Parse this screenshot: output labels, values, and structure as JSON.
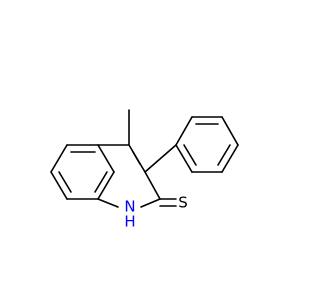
{
  "molecule": {
    "atoms": {
      "nitrogen": {
        "symbol": "N",
        "color": "#0000ff"
      },
      "hydrogen": {
        "symbol": "H",
        "color": "#0000ff"
      },
      "sulfur": {
        "symbol": "S",
        "color": "#000000"
      }
    }
  },
  "colors": {
    "bond": "#000000",
    "background": "#ffffff"
  }
}
